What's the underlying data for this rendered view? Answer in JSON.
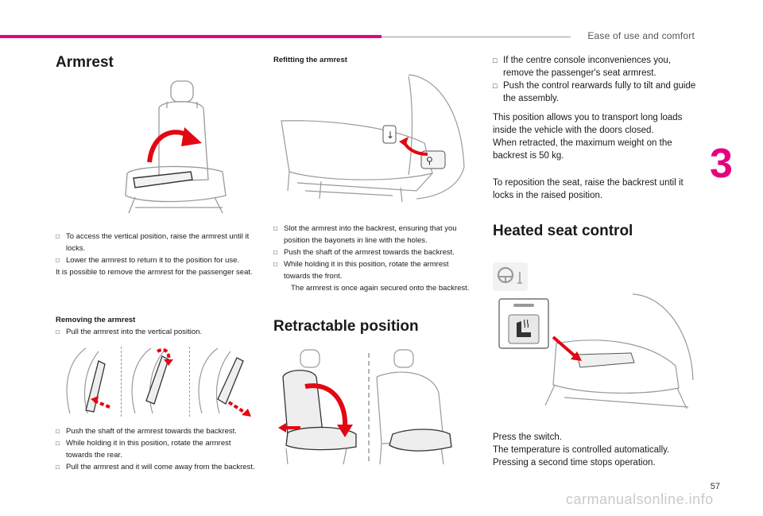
{
  "header": {
    "title": "Ease of use and comfort",
    "chapter": "3",
    "page": "57"
  },
  "armrest": {
    "title": "Armrest",
    "bullets": [
      "To access the vertical position, raise the armrest until it locks.",
      "Lower the armrest to return it to the position for use."
    ],
    "note": "It is possible to remove the armrest for the passenger seat.",
    "removing": {
      "title": "Removing the armrest",
      "bullets": [
        "Pull the armrest into the vertical position."
      ]
    },
    "removing_steps": [
      "Push the shaft of the armrest towards the backrest.",
      "While holding it in this position, rotate the armrest towards the rear.",
      "Pull the armrest and it will come away from the backrest."
    ]
  },
  "refitting": {
    "title": "Refitting the armrest",
    "bullets": [
      "Slot the armrest into the backrest, ensuring that you position the bayonets in line with the holes.",
      "Push the shaft of the armrest towards the backrest.",
      "While holding it in this position, rotate the armrest towards the front."
    ],
    "note": "The armrest is once again secured onto the backrest."
  },
  "retractable": {
    "title": "Retractable position",
    "bullets": [
      "If the centre console inconveniences you, remove the passenger's seat armrest.",
      "Push the control rearwards fully to tilt and guide the assembly."
    ],
    "para1": "This position allows you to transport long loads inside the vehicle with the doors closed.",
    "para2": "When retracted, the maximum weight on the backrest is 50 kg.",
    "para3": "To reposition the seat, raise the backrest until it locks in the raised position."
  },
  "heated": {
    "title": "Heated seat control",
    "lines": [
      "Press the switch.",
      "The temperature is controlled automatically.",
      "Pressing a second time stops operation."
    ]
  },
  "footer": {
    "watermark": "carmanualsonline.info"
  },
  "colors": {
    "accent": "#e6007e",
    "arrow": "#e30613",
    "line": "#9a9a9a"
  }
}
